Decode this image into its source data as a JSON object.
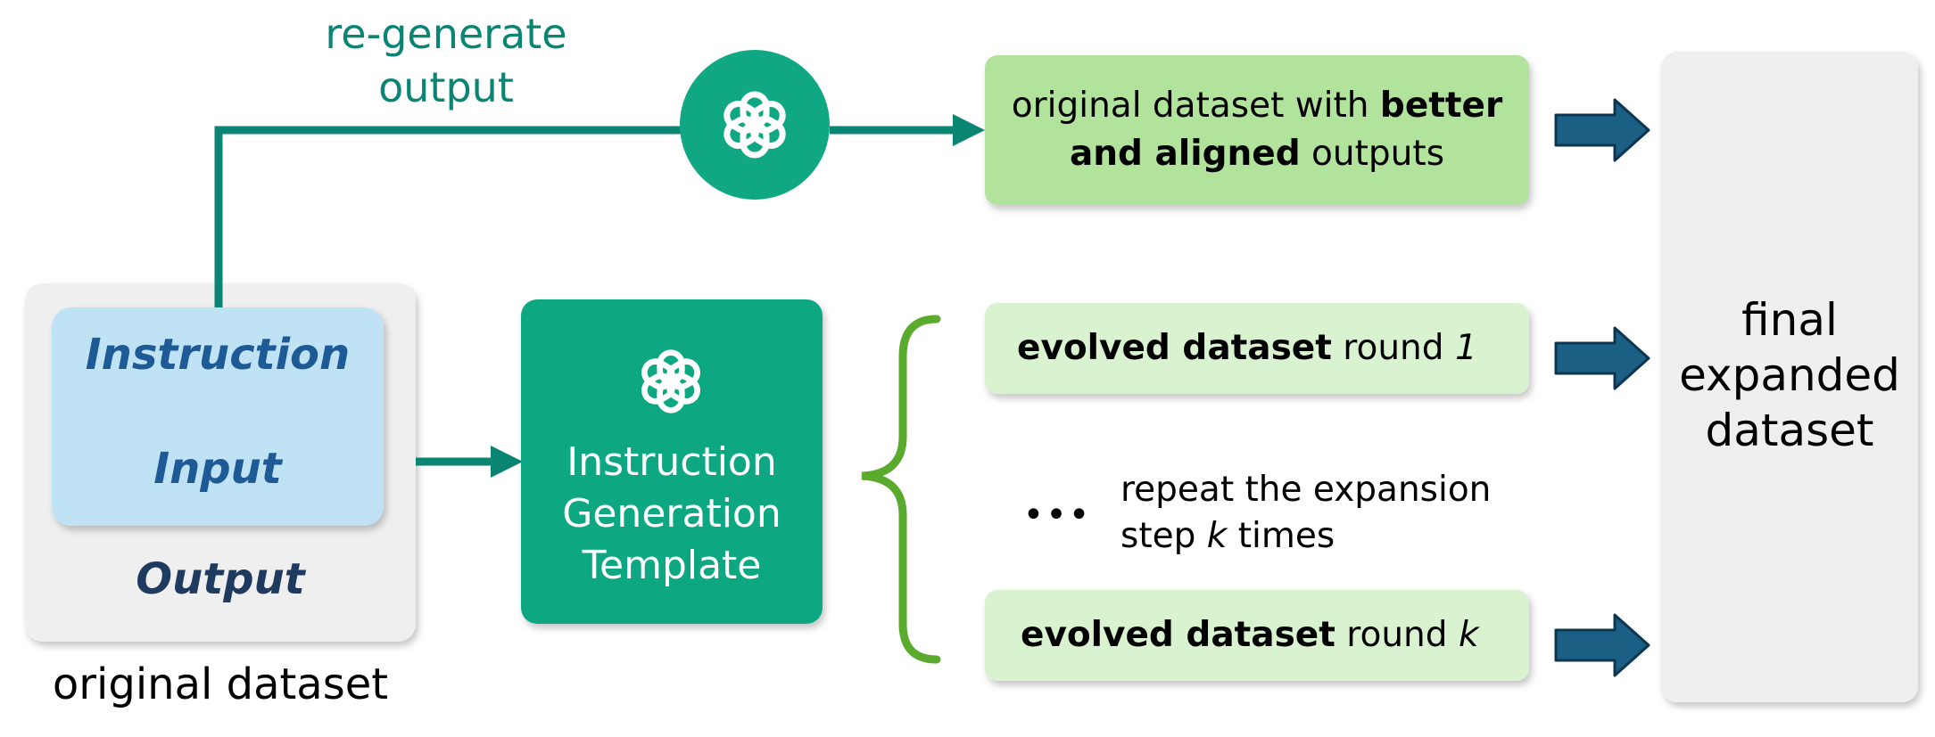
{
  "labels": {
    "regenerate_line1": "re-generate",
    "regenerate_line2": "output",
    "original_dataset_caption": "original dataset",
    "field_instruction": "Instruction",
    "field_input": "Input",
    "field_output": "Output",
    "template_line1": "Instruction",
    "template_line2": "Generation",
    "template_line3": "Template",
    "better_line1_normal": "original dataset with ",
    "better_line1_bold": "better",
    "better_line2_bold": "and aligned",
    "better_line2_normal": " outputs",
    "round1_bold": "evolved dataset",
    "round1_normal": " round ",
    "round1_italic": "1",
    "ellipsis": "•••",
    "repeat_line1": "repeat the expansion",
    "repeat_line2_a": "step ",
    "repeat_line2_k": "k",
    "repeat_line2_b": " times",
    "roundk_bold": "evolved dataset",
    "roundk_normal": " round ",
    "roundk_italic": "k",
    "final_line1": "final",
    "final_line2": "expanded",
    "final_line3": "dataset"
  },
  "colors": {
    "teal": "#0b8573",
    "template_green": "#10a882",
    "light_green": "#b2e39d",
    "pale_green": "#d9f2cf",
    "light_blue": "#bfe2f5",
    "gray_panel": "#efefef",
    "dark_blue_text": "#1e5a96",
    "navy_text": "#1e3a5f",
    "arrow_blue": "#1b5f85",
    "brace_green": "#5aaa2e"
  },
  "icons": {
    "top_icon": "openai-logo-icon",
    "template_icon": "openai-logo-icon"
  }
}
